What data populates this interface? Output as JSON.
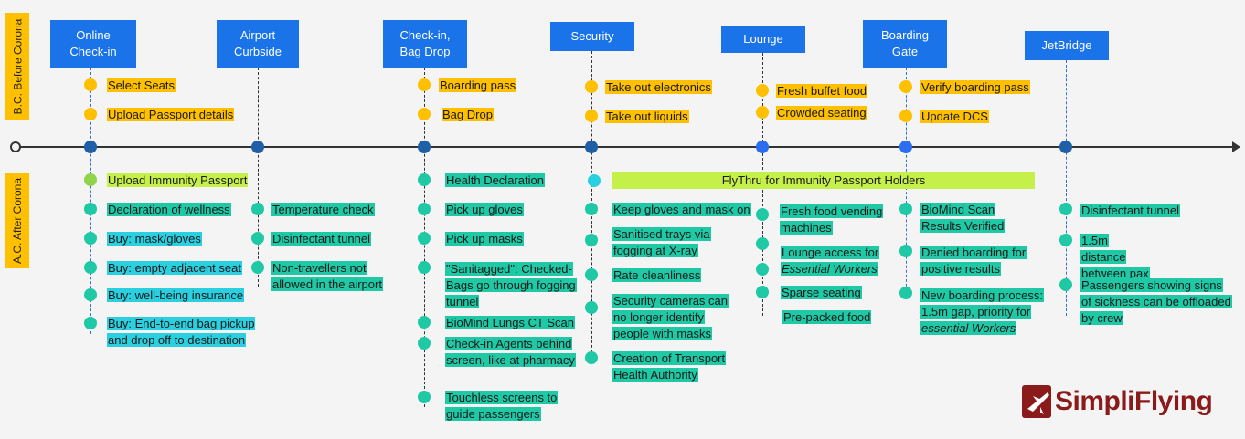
{
  "side_labels": {
    "before": "B.C. Before Corona",
    "after": "A.C. After Corona"
  },
  "stages": [
    {
      "id": "online",
      "label": "Online\nCheck-in"
    },
    {
      "id": "airport",
      "label": "Airport\nCurbside"
    },
    {
      "id": "checkin",
      "label": "Check-in,\nBag Drop"
    },
    {
      "id": "security",
      "label": "Security"
    },
    {
      "id": "lounge",
      "label": "Lounge"
    },
    {
      "id": "gate",
      "label": "Boarding\nGate"
    },
    {
      "id": "jetbridge",
      "label": "JetBridge"
    }
  ],
  "before": {
    "online": [
      "Select Seats",
      "Upload Passport details"
    ],
    "checkin": [
      "Boarding pass",
      "Bag Drop"
    ],
    "security": [
      "Take out electronics",
      "Take out liquids"
    ],
    "lounge": [
      "Fresh buffet food",
      "Crowded seating"
    ],
    "gate": [
      "Verify boarding pass",
      "Update DCS"
    ]
  },
  "after": {
    "online": [
      "Upload Immunity Passport",
      "Declaration of wellness",
      "Buy: mask/gloves",
      "Buy: empty adjacent seat",
      "Buy: well-being insurance",
      "Buy: End-to-end bag pickup and drop off to destination"
    ],
    "airport": [
      "Temperature check",
      "Disinfectant tunnel",
      "Non-travellers not allowed in the airport"
    ],
    "checkin": [
      "Health Declaration",
      "Pick up gloves",
      "Pick up masks",
      "\"Sanitagged\": Checked-Bags go through fogging tunnel",
      "BioMind Lungs CT Scan",
      "Check-in Agents behind screen, like at pharmacy",
      "Touchless screens to guide passengers"
    ],
    "security_banner": "FlyThru for Immunity Passport Holders",
    "security": [
      "Keep gloves and mask on",
      "Sanitised trays via fogging at X-ray",
      "Rate cleanliness",
      "Security cameras can no longer identify people with masks",
      "Creation of Transport Health Authority"
    ],
    "lounge": [
      "Fresh food vending machines",
      "Lounge access for",
      "Essential Workers",
      "Sparse seating",
      "Pre-packed food"
    ],
    "gate": [
      "BioMind Scan Results Verified",
      "Denied boarding for positive results",
      "New boarding process: 1.5m gap, priority for",
      "essential Workers"
    ],
    "jetbridge": [
      "Disinfectant tunnel",
      "1.5m distance between pax",
      "Passengers showing signs of sickness can be offloaded by crew"
    ]
  },
  "logo": {
    "text": "SimpliFlying"
  },
  "colors": {
    "stage": "#1a73e8",
    "before": "#ffc000",
    "after": "#20c9a6",
    "highlight": "#c5f04a",
    "cyan": "#2ad0e0",
    "logo": "#8b1a1a"
  }
}
